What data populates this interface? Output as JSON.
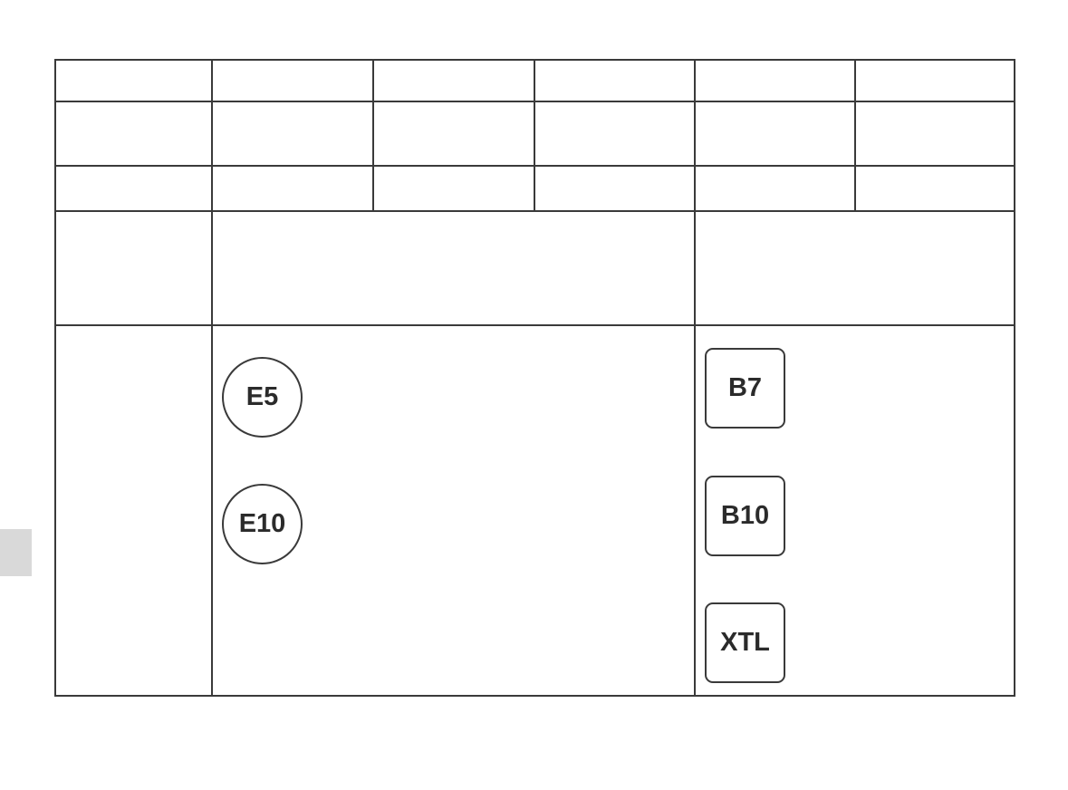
{
  "petrol_labels": [
    {
      "text": "E5",
      "shape": "circle"
    },
    {
      "text": "E10",
      "shape": "circle"
    }
  ],
  "diesel_labels": [
    {
      "text": "B7",
      "shape": "square"
    },
    {
      "text": "B10",
      "shape": "square"
    },
    {
      "text": "XTL",
      "shape": "square"
    }
  ],
  "colors": {
    "border": "#3a3a3a",
    "text": "#2b2b2b",
    "tab_marker": "#d9d9d9"
  }
}
